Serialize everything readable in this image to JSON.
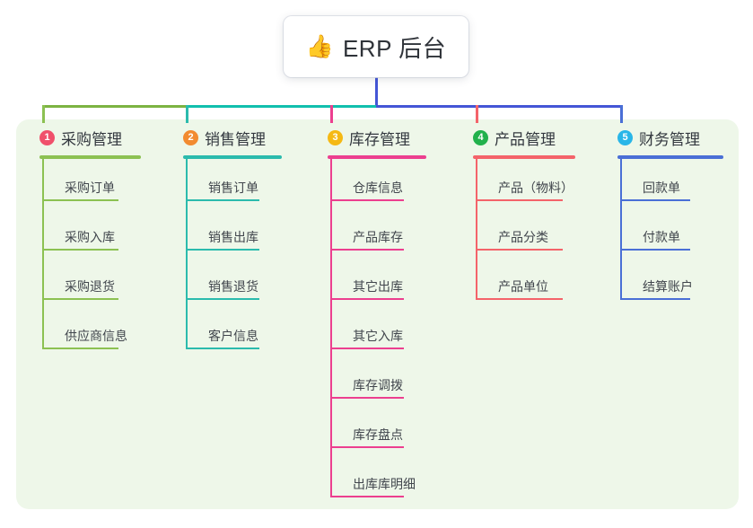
{
  "diagram": {
    "type": "mind-map",
    "root": {
      "emoji": "👍",
      "emoji_name": "thumbs-up-emoji",
      "title": "ERP 后台"
    },
    "panel_color": "#eef7e9",
    "bus": {
      "segments": [
        {
          "name": "bus-green",
          "color": "#7cb342"
        },
        {
          "name": "bus-teal",
          "color": "#12bfae"
        },
        {
          "name": "bus-blue",
          "color": "#4456d6"
        }
      ],
      "stem_color": "#4456d6"
    },
    "branches": [
      {
        "index": "1",
        "title": "采购管理",
        "badge_color": "#f0506b",
        "line_color": "#8cc152",
        "drop_color": "#8cc152",
        "items": [
          "采购订单",
          "采购入库",
          "采购退货",
          "供应商信息"
        ]
      },
      {
        "index": "2",
        "title": "销售管理",
        "badge_color": "#f28b30",
        "line_color": "#2bbbad",
        "drop_color": "#2bbbad",
        "items": [
          "销售订单",
          "销售出库",
          "销售退货",
          "客户信息"
        ]
      },
      {
        "index": "3",
        "title": "库存管理",
        "badge_color": "#f5b914",
        "line_color": "#ec3f8f",
        "drop_color": "#ec3f8f",
        "items": [
          "仓库信息",
          "产品库存",
          "其它出库",
          "其它入库",
          "库存调拨",
          "库存盘点",
          "出库库明细"
        ]
      },
      {
        "index": "4",
        "title": "产品管理",
        "badge_color": "#22b14c",
        "line_color": "#f4636a",
        "drop_color": "#f4636a",
        "items": [
          "产品（物料）",
          "产品分类",
          "产品单位"
        ]
      },
      {
        "index": "5",
        "title": "财务管理",
        "badge_color": "#29b6e8",
        "line_color": "#4a6fd6",
        "drop_color": "#4a6fd6",
        "items": [
          "回款单",
          "付款单",
          "结算账户"
        ]
      }
    ]
  }
}
